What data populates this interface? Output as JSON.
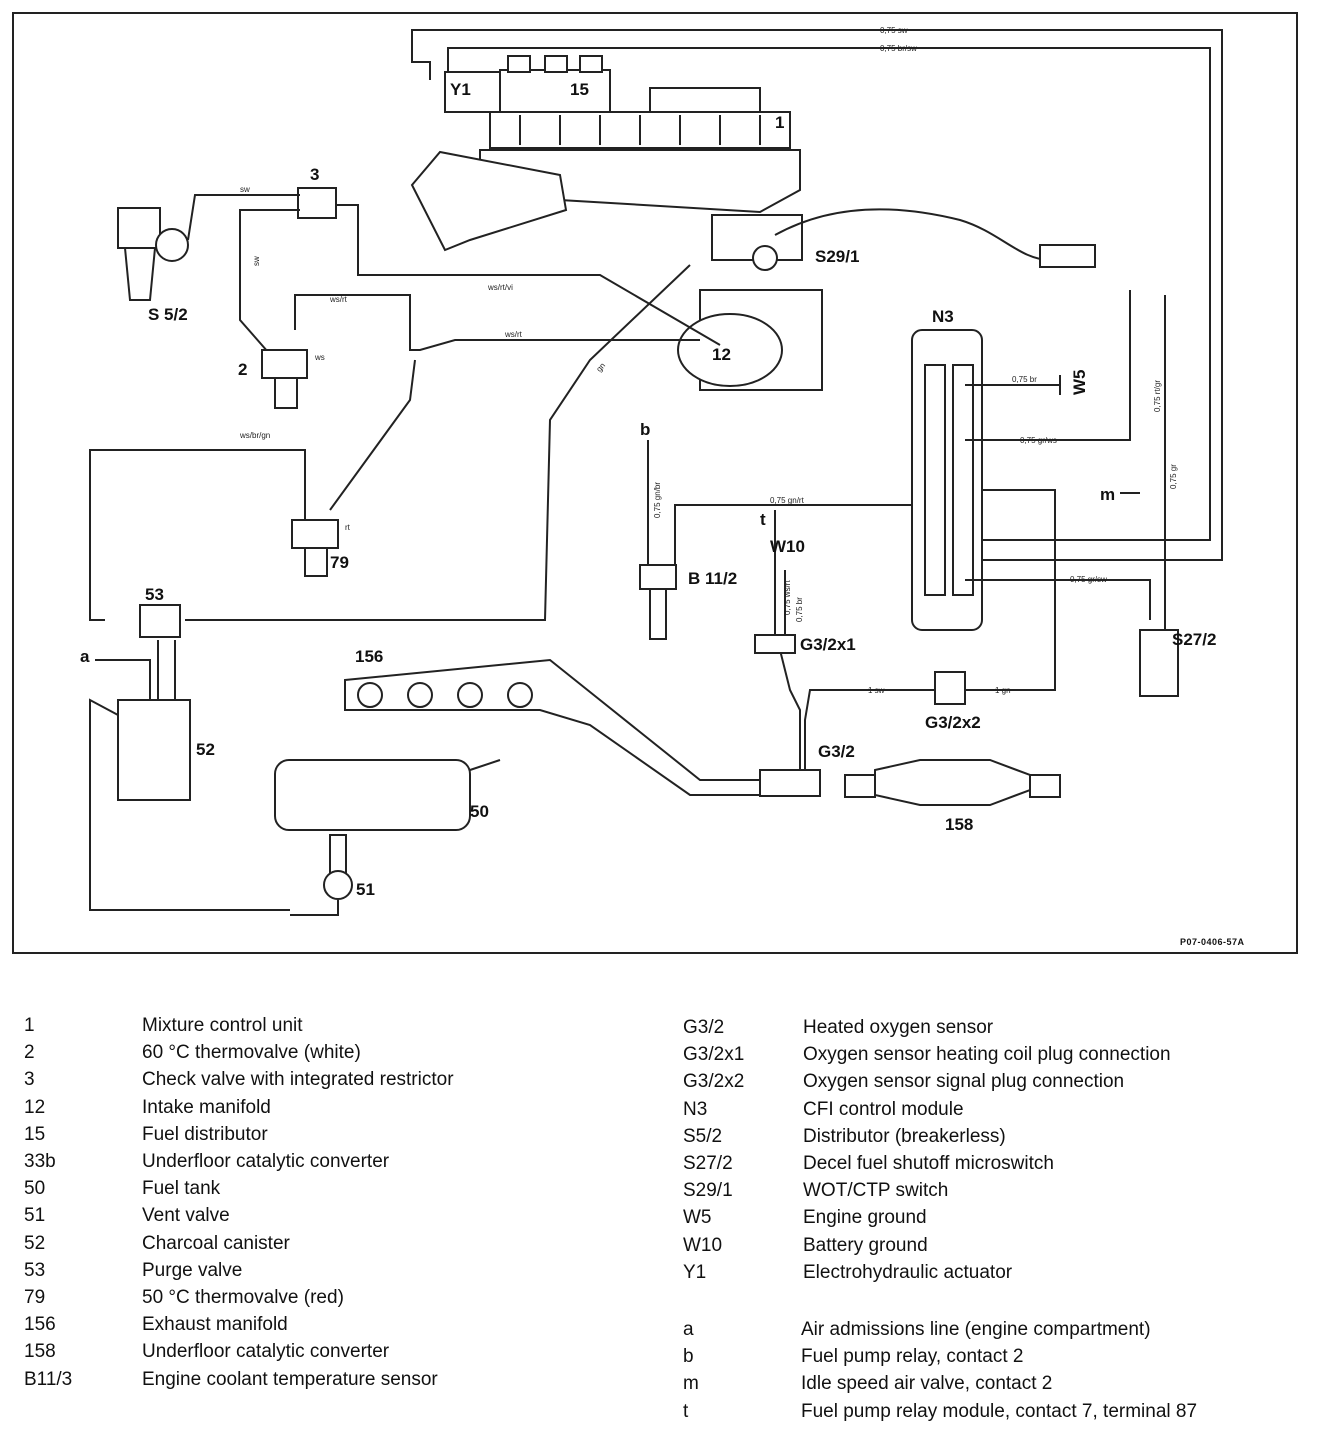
{
  "figure": {
    "reference": "P07-0406-57A",
    "components": {
      "c1": "1",
      "c2": "2",
      "c3": "3",
      "c12": "12",
      "c15": "15",
      "c50": "50",
      "c51": "51",
      "c52": "52",
      "c53": "53",
      "c79": "79",
      "c156": "156",
      "c158": "158",
      "g3_2": "G3/2",
      "g3_2x1": "G3/2x1",
      "g3_2x2": "G3/2x2",
      "n3": "N3",
      "s5_2": "S 5/2",
      "s27_2": "S27/2",
      "s29_1": "S29/1",
      "b11_2": "B 11/2",
      "w5": "W5",
      "w10": "W10",
      "y1": "Y1",
      "a": "a",
      "b": "b",
      "m": "m",
      "t": "t"
    },
    "wires": {
      "w_top_sw": "0,75 sw",
      "w_top_brsw": "0,75 br/sw",
      "w_sw1": "sw",
      "w_sw2": "sw",
      "w_wsrt_vi": "ws/rt/vi",
      "w_wsrt1": "ws/rt",
      "w_wsrt2": "ws/rt",
      "w_ws": "ws",
      "w_gn": "gn",
      "w_wsbrgn": "ws/br/gn",
      "w_rt": "rt",
      "w_w5": "0,75 br",
      "w_grws": "0,75 gr/ws",
      "w_gnrt": "0,75 gn/rt",
      "w_grsw": "0,75 gr/sw",
      "w_rtgr": "0,75 rt/gr",
      "w_gr": "0,75 gr",
      "w_grbr": "0,75 gn/br",
      "w_ws_switch": "0,75 ws/rt",
      "w_br": "0,75 br",
      "w_1sw": "1 sw",
      "w_1gn": "1 gn"
    }
  },
  "legend": {
    "left": [
      {
        "code": "1",
        "desc": "Mixture control unit"
      },
      {
        "code": "2",
        "desc": "60 °C thermovalve (white)"
      },
      {
        "code": "3",
        "desc": "Check valve with integrated restrictor"
      },
      {
        "code": "12",
        "desc": "Intake manifold"
      },
      {
        "code": "15",
        "desc": "Fuel distributor"
      },
      {
        "code": "33b",
        "desc": "Underfloor catalytic converter"
      },
      {
        "code": "50",
        "desc": "Fuel tank"
      },
      {
        "code": "51",
        "desc": "Vent valve"
      },
      {
        "code": "52",
        "desc": "Charcoal canister"
      },
      {
        "code": "53",
        "desc": "Purge valve"
      },
      {
        "code": "79",
        "desc": "50 °C thermovalve (red)"
      },
      {
        "code": "156",
        "desc": "Exhaust manifold"
      },
      {
        "code": "158",
        "desc": "Underfloor catalytic converter"
      },
      {
        "code": "B11/3",
        "desc": "Engine coolant temperature sensor"
      }
    ],
    "right": [
      {
        "code": "G3/2",
        "desc": "Heated oxygen sensor"
      },
      {
        "code": "G3/2x1",
        "desc": "Oxygen sensor heating coil plug connection"
      },
      {
        "code": "G3/2x2",
        "desc": "Oxygen sensor signal plug connection"
      },
      {
        "code": "N3",
        "desc": "CFI control module"
      },
      {
        "code": "S5/2",
        "desc": "Distributor (breakerless)"
      },
      {
        "code": "S27/2",
        "desc": "Decel fuel shutoff microswitch"
      },
      {
        "code": "S29/1",
        "desc": "WOT/CTP switch"
      },
      {
        "code": "W5",
        "desc": "Engine ground"
      },
      {
        "code": "W10",
        "desc": "Battery ground"
      },
      {
        "code": "Y1",
        "desc": "Electrohydraulic actuator"
      }
    ],
    "right_letters": [
      {
        "code": "a",
        "desc": "Air admissions line (engine compartment)"
      },
      {
        "code": "b",
        "desc": "Fuel pump relay, contact 2"
      },
      {
        "code": "m",
        "desc": "Idle speed air valve, contact 2"
      },
      {
        "code": "t",
        "desc": "Fuel pump relay module, contact 7, terminal 87"
      }
    ]
  }
}
